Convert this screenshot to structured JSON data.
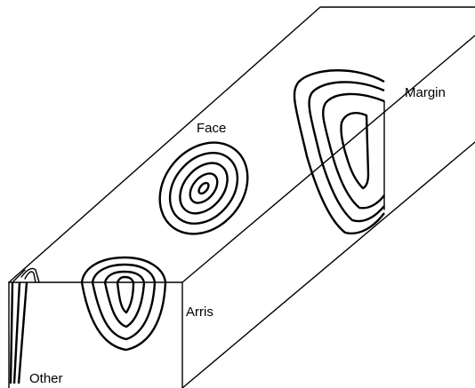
{
  "labels": {
    "face": "Face",
    "margin": "Margin",
    "arris": "Arris",
    "other": "Other"
  },
  "colors": {
    "ink": "#000000",
    "background": "#ffffff"
  }
}
